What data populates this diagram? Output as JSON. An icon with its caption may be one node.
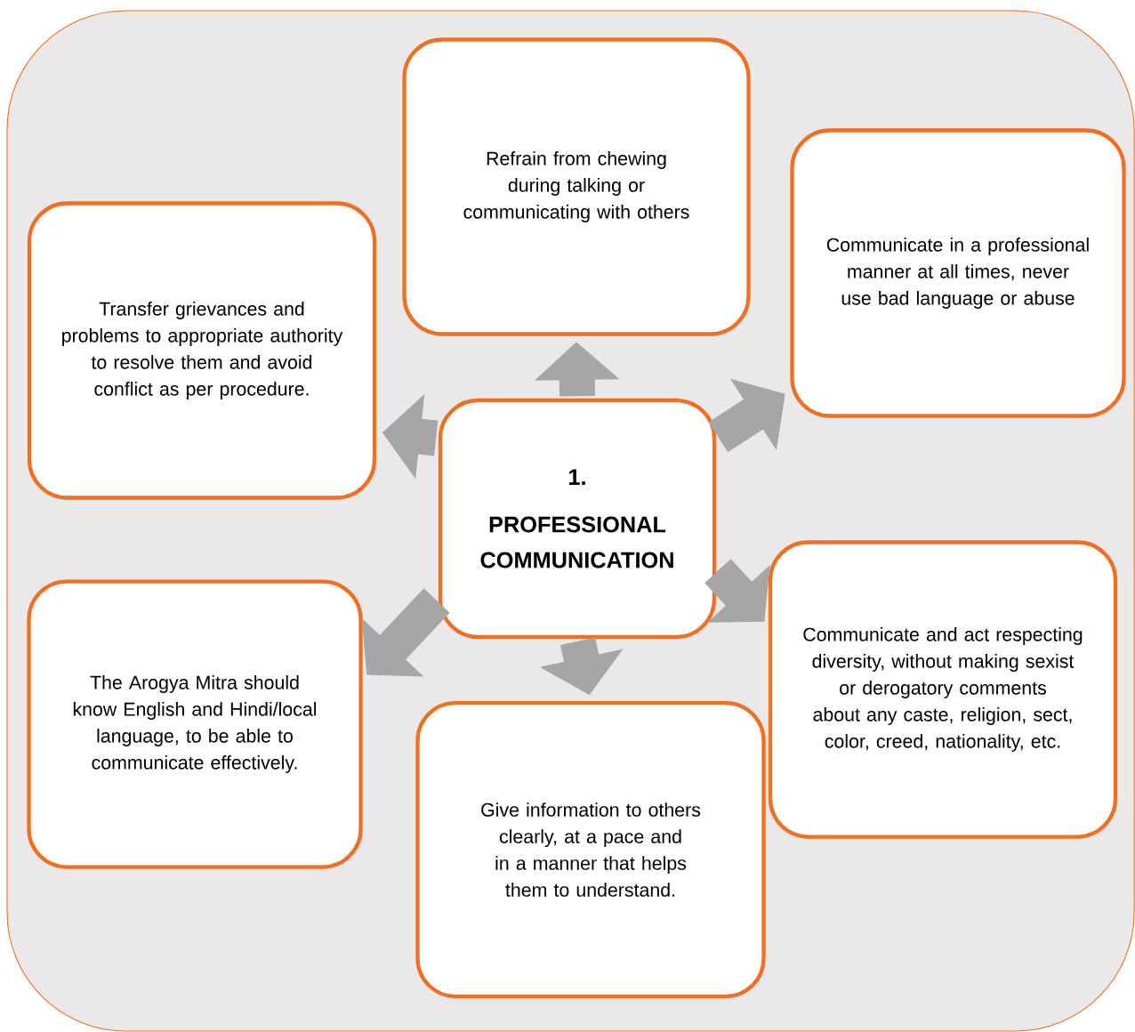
{
  "diagram": {
    "nodes": [
      {
        "text": [
          "Refrain from chewing during talking or communicating with others"
        ]
      },
      {
        "text": [
          "Communicate in a professional manner at all times, never use bad language or abuse"
        ]
      },
      {
        "text": [
          "Transfer grievances and problems to appropriate authority to resolve them and avoid conflict as per procedure."
        ]
      },
      {
        "text": [
          "1.",
          "PROFESSIONAL COMMUNICATION"
        ]
      },
      {
        "text": [
          "Communicate and act respecting diversity, without making sexist or derogatory comments about any caste, religion, sect, color, creed, nationality, etc."
        ]
      },
      {
        "text": [
          "The Arogya Mitra should know English and Hindi/local language, to be able to communicate effectively."
        ]
      },
      {
        "text": [
          "Give information to others clearly, at a pace and in a manner that helps them to understand."
        ]
      }
    ],
    "edges": [
      {
        "from": 3,
        "to": 0,
        "arrow": "to"
      },
      {
        "from": 3,
        "to": 1,
        "arrow": "to"
      },
      {
        "from": 3,
        "to": 2,
        "arrow": "to"
      },
      {
        "from": 3,
        "to": 4,
        "arrow": "to"
      },
      {
        "from": 3,
        "to": 5,
        "arrow": "to"
      },
      {
        "from": 3,
        "to": 6,
        "arrow": "to"
      }
    ]
  }
}
